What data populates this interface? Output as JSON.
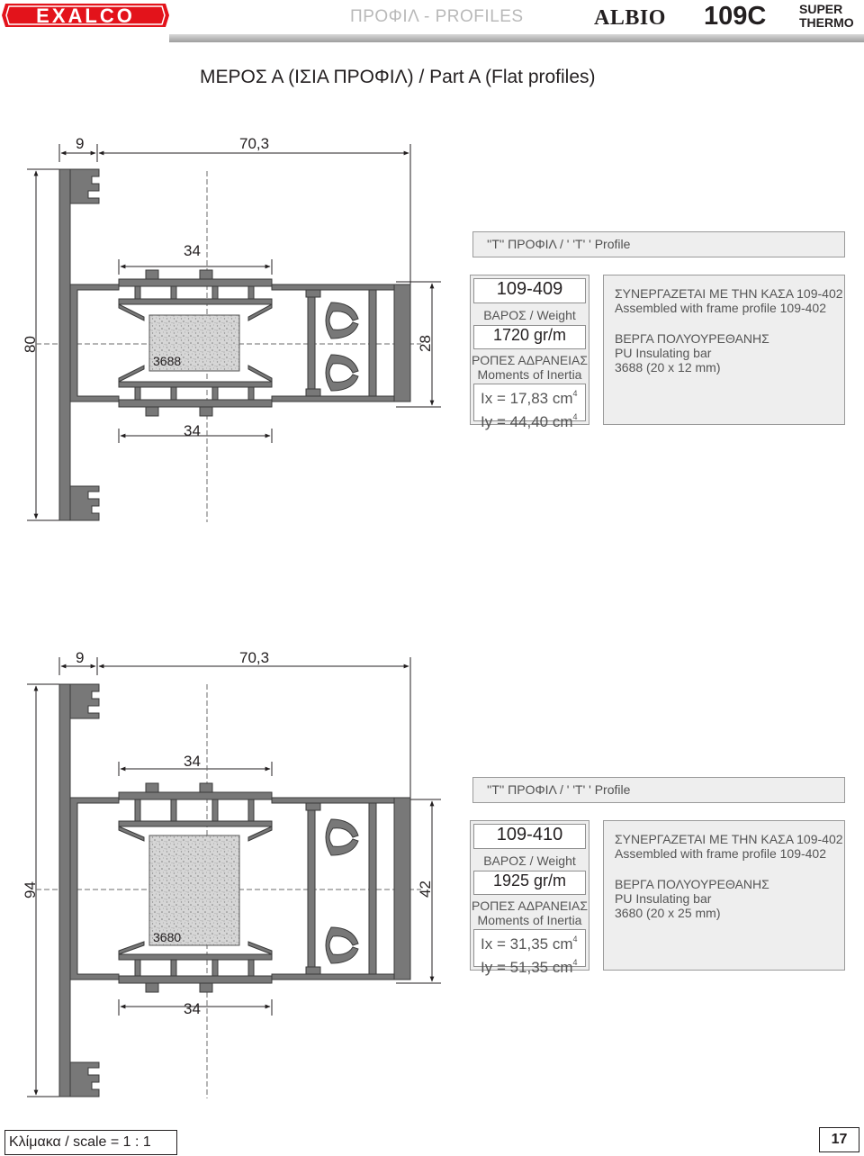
{
  "header": {
    "brand_logo_text": "EXALCO",
    "title": "ΠΡΟΦΙΛ  -  PROFILES",
    "product_brand": "ALBIO",
    "product_series": "109C",
    "product_variant_line1": "SUPER",
    "product_variant_line2": "THERMO"
  },
  "page_heading": "ΜΕΡΟΣ Α (ΙΣΙΑ ΠΡΟΦΙΛ) / Part A (Flat profiles)",
  "sections": [
    {
      "dims": {
        "left_width": "9",
        "main_width": "70,3",
        "total_height": "80",
        "core_height": "28",
        "bar_width_top": "34",
        "bar_width_bottom": "34",
        "bar_code": "3688"
      },
      "profile_label": "''T'' ΠΡΟΦΙΛ  /  ' 'T' ' Profile",
      "code": "109-409",
      "weight_label": "ΒΑΡΟΣ / Weight",
      "weight": "1720  gr/m",
      "moments_label_gr": "ΡΟΠΕΣ ΑΔΡΑΝΕΙΑΣ",
      "moments_label_en": "Moments of Inertia",
      "ix": "Ix = 17,83 cm",
      "iy": "Iy = 44,40 cm",
      "exponent": "4",
      "assembled_gr": "ΣΥΝΕΡΓΑΖΕΤΑΙ ΜΕ ΤΗΝ ΚΑΣΑ 109-402",
      "assembled_en": "Assembled with frame profile 109-402",
      "bar_gr": "ΒΕΡΓΑ ΠΟΛΥΟΥΡΕΘΑΝΗΣ",
      "bar_en": "PU Insulating bar",
      "bar_size": "3688 (20 x 12 mm)"
    },
    {
      "dims": {
        "left_width": "9",
        "main_width": "70,3",
        "total_height": "94",
        "core_height": "42",
        "bar_width_top": "34",
        "bar_width_bottom": "34",
        "bar_code": "3680"
      },
      "profile_label": "''T'' ΠΡΟΦΙΛ  /  ' 'T' ' Profile",
      "code": "109-410",
      "weight_label": "ΒΑΡΟΣ / Weight",
      "weight": "1925  gr/m",
      "moments_label_gr": "ΡΟΠΕΣ ΑΔΡΑΝΕΙΑΣ",
      "moments_label_en": "Moments of Inertia",
      "ix": "Ix = 31,35 cm",
      "iy": "Iy = 51,35 cm",
      "exponent": "4",
      "assembled_gr": "ΣΥΝΕΡΓΑΖΕΤΑΙ ΜΕ ΤΗΝ ΚΑΣΑ 109-402",
      "assembled_en": "Assembled with frame profile 109-402",
      "bar_gr": "ΒΕΡΓΑ ΠΟΛΥΟΥΡΕΘΑΝΗΣ",
      "bar_en": "PU Insulating bar",
      "bar_size": "3680 (20 x 25 mm)"
    }
  ],
  "footer": {
    "scale": "Κλίμακα / scale  = 1 : 1",
    "page_number": "17"
  },
  "colors": {
    "profile_fill": "#787878",
    "insulation_fill": "#d4d4d4",
    "box_background": "#eeeeee",
    "header_gray": "#b9b9b9",
    "logo_red": "#e3131b"
  }
}
